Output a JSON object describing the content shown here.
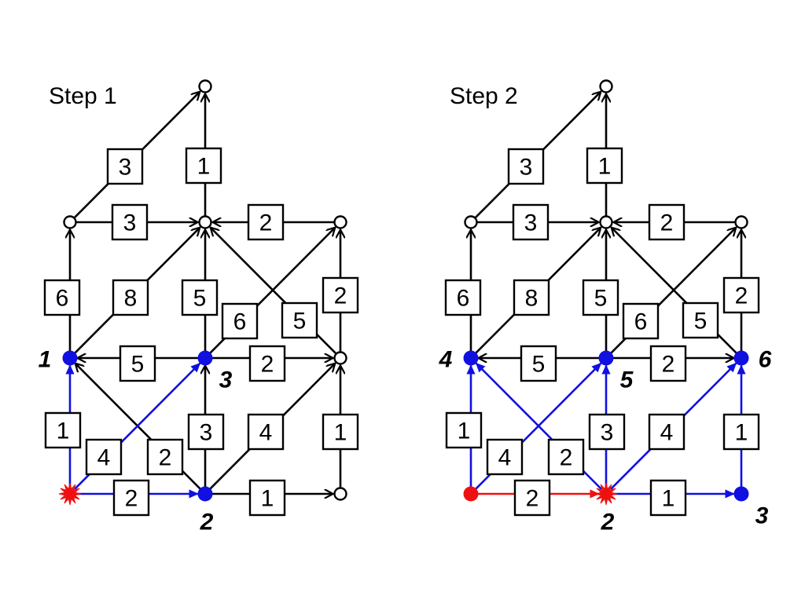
{
  "colors": {
    "black": "#000000",
    "blue": "#1010e0",
    "red": "#ee1111",
    "white": "#ffffff"
  },
  "panels": [
    {
      "title": "Step 1",
      "node_states": {
        "A": "source-star",
        "B": "visited",
        "H": "visited",
        "D": "visited",
        "C": "unvisited",
        "I": "unvisited",
        "F": "unvisited",
        "E": "unvisited",
        "G": "unvisited",
        "J": "unvisited"
      },
      "edge_states": {
        "A-D": "blue",
        "A-B": "blue",
        "A-H": "blue"
      },
      "distances": [
        {
          "node": "D",
          "value": "1",
          "side": "left"
        },
        {
          "node": "B",
          "value": "2",
          "side": "below"
        },
        {
          "node": "H",
          "value": "3",
          "side": "below-right"
        }
      ]
    },
    {
      "title": "Step 2",
      "node_states": {
        "A": "finalized",
        "B": "source-star",
        "D": "visited",
        "H": "visited",
        "C": "visited",
        "I": "visited",
        "F": "unvisited",
        "E": "unvisited",
        "G": "unvisited",
        "J": "unvisited"
      },
      "edge_states": {
        "A-B": "red",
        "A-D": "blue",
        "A-H": "blue",
        "B-D": "blue",
        "B-H": "blue",
        "B-I": "blue",
        "B-C": "blue",
        "C-I": "blue"
      },
      "distances": [
        {
          "node": "D",
          "value": "4",
          "side": "left"
        },
        {
          "node": "B",
          "value": "2",
          "side": "below"
        },
        {
          "node": "C",
          "value": "3",
          "side": "below-right"
        },
        {
          "node": "H",
          "value": "5",
          "side": "below-right"
        },
        {
          "node": "I",
          "value": "6",
          "side": "right"
        }
      ]
    }
  ],
  "graph": {
    "edges": [
      {
        "id": "A-B",
        "from": "A",
        "to": "B",
        "weight": "2"
      },
      {
        "id": "B-C",
        "from": "B",
        "to": "C",
        "weight": "1"
      },
      {
        "id": "A-D",
        "from": "A",
        "to": "D",
        "weight": "1"
      },
      {
        "id": "B-D",
        "from": "B",
        "to": "D",
        "weight": "2"
      },
      {
        "id": "A-H",
        "from": "A",
        "to": "H",
        "weight": "4"
      },
      {
        "id": "B-H",
        "from": "B",
        "to": "H",
        "weight": "3"
      },
      {
        "id": "B-I",
        "from": "B",
        "to": "I",
        "weight": "4"
      },
      {
        "id": "C-I",
        "from": "C",
        "to": "I",
        "weight": "1"
      },
      {
        "id": "H-D",
        "from": "H",
        "to": "D",
        "weight": "5"
      },
      {
        "id": "H-I",
        "from": "H",
        "to": "I",
        "weight": "2"
      },
      {
        "id": "D-E",
        "from": "D",
        "to": "E",
        "weight": "6"
      },
      {
        "id": "D-F",
        "from": "D",
        "to": "F",
        "weight": "8"
      },
      {
        "id": "H-F",
        "from": "H",
        "to": "F",
        "weight": "5"
      },
      {
        "id": "H-J",
        "from": "H",
        "to": "J",
        "weight": "6"
      },
      {
        "id": "I-F",
        "from": "I",
        "to": "F",
        "weight": "5"
      },
      {
        "id": "I-J",
        "from": "I",
        "to": "J",
        "weight": "2"
      },
      {
        "id": "E-F",
        "from": "E",
        "to": "F",
        "weight": "3"
      },
      {
        "id": "J-F",
        "from": "J",
        "to": "F",
        "weight": "2"
      },
      {
        "id": "E-G",
        "from": "E",
        "to": "G",
        "weight": "3"
      },
      {
        "id": "F-G",
        "from": "F",
        "to": "G",
        "weight": "1"
      }
    ]
  }
}
